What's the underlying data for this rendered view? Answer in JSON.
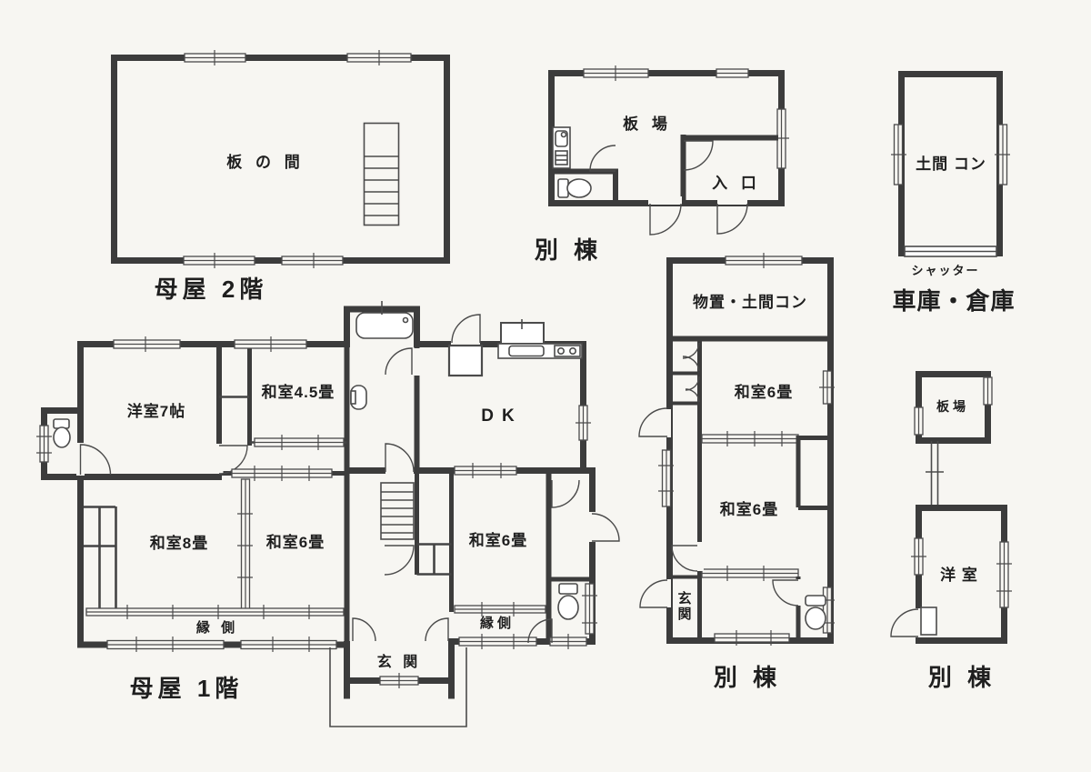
{
  "page": {
    "background": "#f7f6f2",
    "wall_color": "#3c3c3c",
    "line_color": "#4b4b4b",
    "text_color": "#1f1f1f"
  },
  "buildings": {
    "main_2f": {
      "title": "母屋 2階",
      "rooms": {
        "itanoma": "板 の 間"
      }
    },
    "annex_north": {
      "title": "別 棟",
      "rooms": {
        "itaba": "板 場",
        "entrance": "入 口"
      }
    },
    "garage": {
      "title": "車庫・倉庫",
      "shutter_label": "シャッター",
      "rooms": {
        "doma": "土間 コン"
      }
    },
    "annex_east": {
      "title": "別 棟",
      "rooms": {
        "storage": "物置・土間コン",
        "washitsu6_north": "和室6畳",
        "washitsu6_south": "和室6畳",
        "genkan": "玄関"
      }
    },
    "annex_southeast": {
      "title": "別 棟",
      "rooms": {
        "itaba": "板場",
        "youshitsu": "洋 室"
      }
    },
    "main_1f": {
      "title": "母屋 1階",
      "rooms": {
        "youshitsu7": "洋室7帖",
        "washitsu45": "和室4.5畳",
        "dk": "DK",
        "washitsu8": "和室8畳",
        "washitsu6_west": "和室6畳",
        "washitsu6_east": "和室6畳",
        "engawa_west": "縁 側",
        "engawa_east": "縁側",
        "genkan": "玄 関"
      }
    }
  }
}
